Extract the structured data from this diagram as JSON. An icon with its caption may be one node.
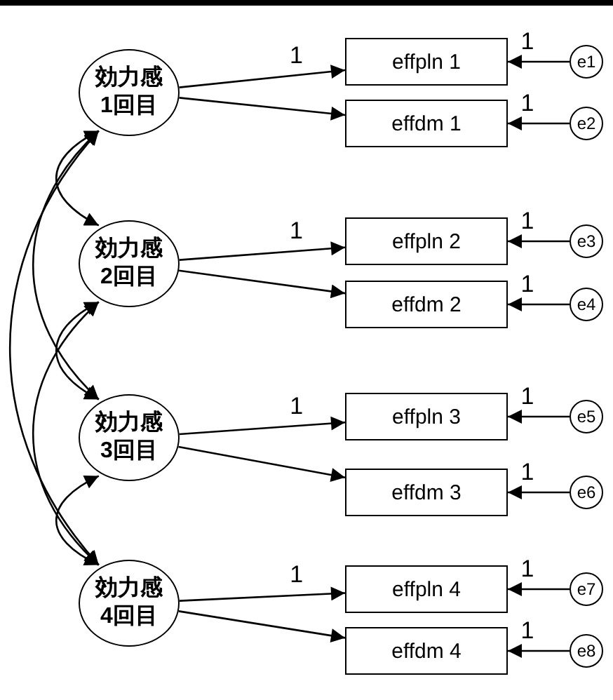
{
  "diagram": {
    "nodes": [
      {
        "text": [
          "効力感",
          "1回目"
        ]
      },
      {
        "text": [
          "効力感",
          "2回目"
        ]
      },
      {
        "text": [
          "効力感",
          "3回目"
        ]
      },
      {
        "text": [
          "効力感",
          "4回目"
        ]
      },
      {
        "text": [
          "effpln 1"
        ]
      },
      {
        "text": [
          "effdm 1"
        ]
      },
      {
        "text": [
          "effpln 2"
        ]
      },
      {
        "text": [
          "effdm 2"
        ]
      },
      {
        "text": [
          "effpln 3"
        ]
      },
      {
        "text": [
          "effdm 3"
        ]
      },
      {
        "text": [
          "effpln 4"
        ]
      },
      {
        "text": [
          "effdm 4"
        ]
      },
      {
        "text": [
          "e1"
        ]
      },
      {
        "text": [
          "e2"
        ]
      },
      {
        "text": [
          "e3"
        ]
      },
      {
        "text": [
          "e4"
        ]
      },
      {
        "text": [
          "e5"
        ]
      },
      {
        "text": [
          "e6"
        ]
      },
      {
        "text": [
          "e7"
        ]
      },
      {
        "text": [
          "e8"
        ]
      }
    ],
    "edges": [
      {
        "from": 0,
        "to": 4,
        "arrow": "to",
        "label": "1"
      },
      {
        "from": 0,
        "to": 5,
        "arrow": "to"
      },
      {
        "from": 1,
        "to": 6,
        "arrow": "to",
        "label": "1"
      },
      {
        "from": 1,
        "to": 7,
        "arrow": "to"
      },
      {
        "from": 2,
        "to": 8,
        "arrow": "to",
        "label": "1"
      },
      {
        "from": 2,
        "to": 9,
        "arrow": "to"
      },
      {
        "from": 3,
        "to": 10,
        "arrow": "to",
        "label": "1"
      },
      {
        "from": 3,
        "to": 11,
        "arrow": "to"
      },
      {
        "from": 12,
        "to": 4,
        "arrow": "to",
        "label": "1"
      },
      {
        "from": 13,
        "to": 5,
        "arrow": "to",
        "label": "1"
      },
      {
        "from": 14,
        "to": 6,
        "arrow": "to",
        "label": "1"
      },
      {
        "from": 15,
        "to": 7,
        "arrow": "to",
        "label": "1"
      },
      {
        "from": 16,
        "to": 8,
        "arrow": "to",
        "label": "1"
      },
      {
        "from": 17,
        "to": 9,
        "arrow": "to",
        "label": "1"
      },
      {
        "from": 18,
        "to": 10,
        "arrow": "to",
        "label": "1"
      },
      {
        "from": 19,
        "to": 11,
        "arrow": "to",
        "label": "1"
      },
      {
        "from": 0,
        "to": 1,
        "arrow": "both"
      },
      {
        "from": 0,
        "to": 2,
        "arrow": "both"
      },
      {
        "from": 0,
        "to": 3,
        "arrow": "both"
      },
      {
        "from": 1,
        "to": 2,
        "arrow": "both"
      },
      {
        "from": 1,
        "to": 3,
        "arrow": "both"
      },
      {
        "from": 2,
        "to": 3,
        "arrow": "both"
      }
    ]
  }
}
